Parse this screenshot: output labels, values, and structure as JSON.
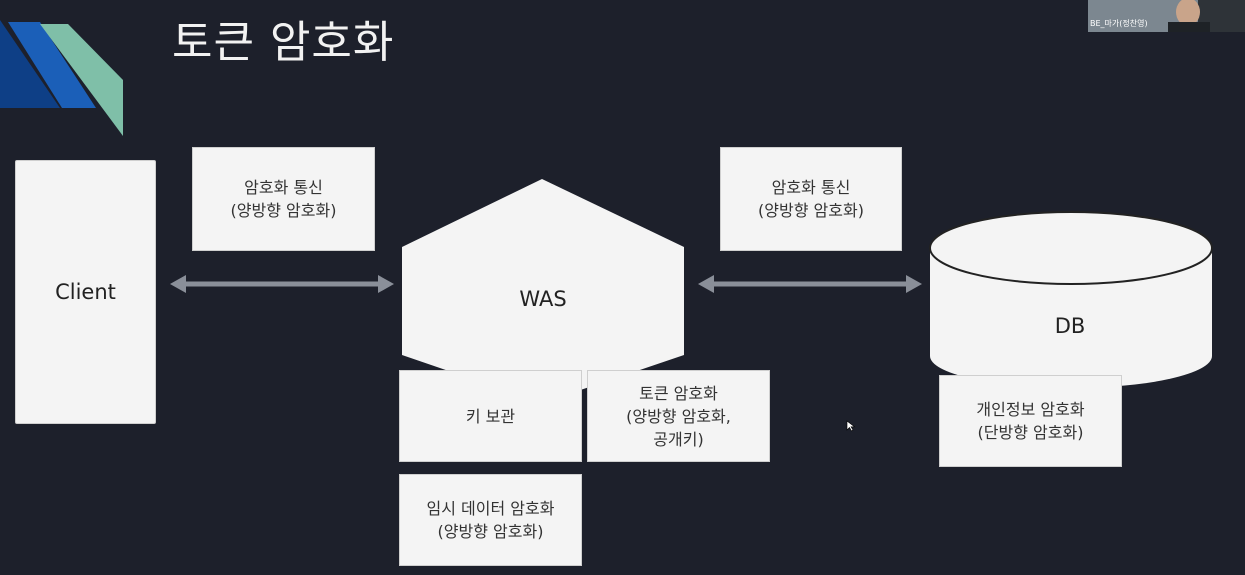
{
  "slide": {
    "title": "토큰 암호화"
  },
  "nodes": {
    "client": "Client",
    "was": "WAS",
    "db": "DB"
  },
  "channels": {
    "left_line1": "암호화 통신",
    "left_line2": "(양방향 암호화)",
    "right_line1": "암호화 통신",
    "right_line2": "(양방향 암호화)"
  },
  "was_features": {
    "key_storage": "키 보관",
    "token_line1": "토큰 암호화",
    "token_line2": "(양방향 암호화,",
    "token_line3": "공개키)",
    "temp_line1": "임시 데이터 암호화",
    "temp_line2": "(양방향 암호화)"
  },
  "db_features": {
    "pii_line1": "개인정보 암호화",
    "pii_line2": "(단방향 암호화)"
  },
  "webcam": {
    "name": "BE_마가(정찬영)"
  },
  "colors": {
    "background": "#1d202b",
    "box": "#f4f4f4",
    "arrow": "#8a8f99",
    "accent_teal": "#7fbfa8",
    "accent_blue": "#1b5fb8"
  }
}
